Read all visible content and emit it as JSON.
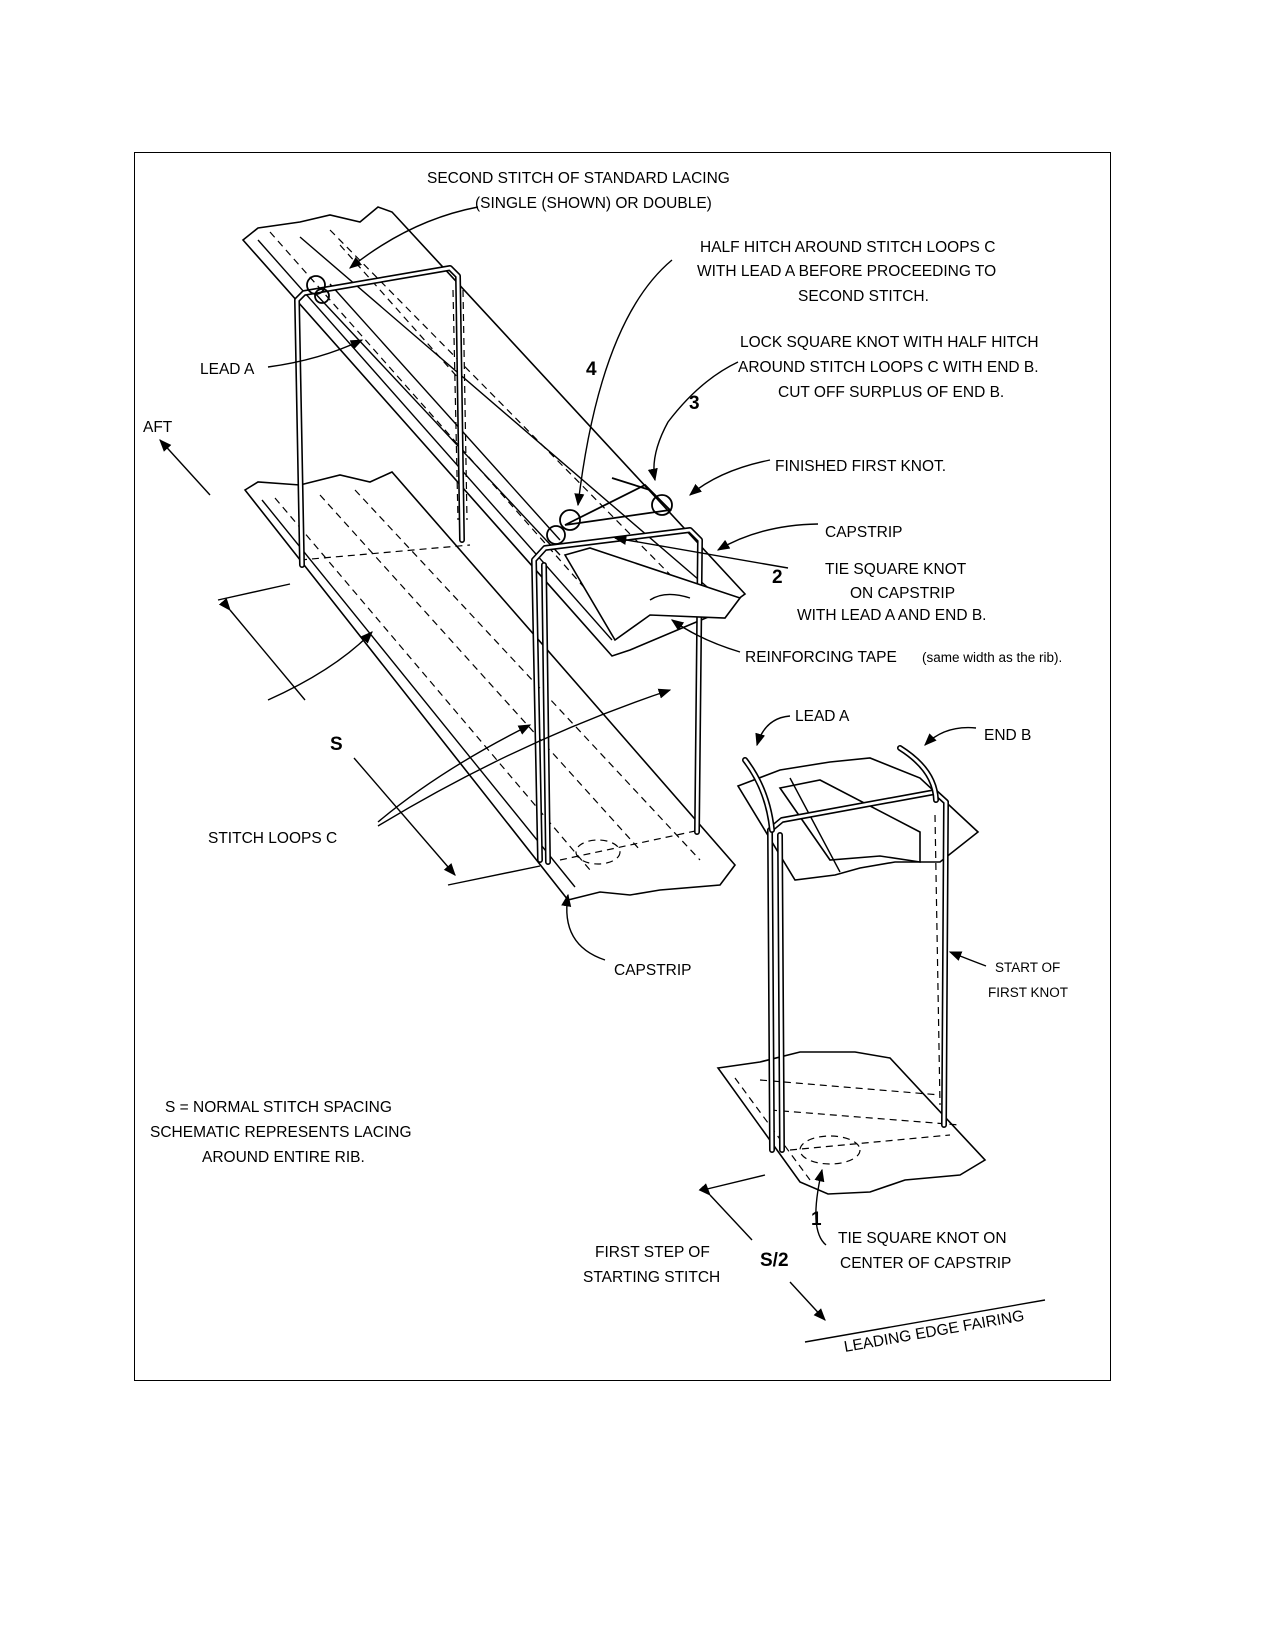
{
  "labels": {
    "second_stitch_1": "SECOND STITCH OF STANDARD LACING",
    "second_stitch_2": "(SINGLE (SHOWN) OR DOUBLE)",
    "half_hitch_1": "HALF HITCH AROUND STITCH LOOPS C",
    "half_hitch_2": "WITH LEAD A BEFORE PROCEEDING TO",
    "half_hitch_3": "SECOND STITCH.",
    "lock_knot_1": "LOCK SQUARE KNOT WITH HALF HITCH",
    "lock_knot_2": "AROUND STITCH LOOPS C WITH END B.",
    "lock_knot_3": "CUT OFF SURPLUS OF END B.",
    "lead_a_upper": "LEAD A",
    "aft": "AFT",
    "finished_first_knot": "FINISHED FIRST KNOT.",
    "capstrip_upper": "CAPSTRIP",
    "tie_square_1": "TIE SQUARE KNOT",
    "tie_square_2": "ON CAPSTRIP",
    "tie_square_3": "WITH LEAD A AND END B.",
    "reinforcing_tape": "REINFORCING TAPE",
    "reinforcing_tape_note": "(same width as the rib).",
    "lead_a_lower": "LEAD A",
    "end_b": "END B",
    "s": "S",
    "stitch_loops_c": "STITCH LOOPS C",
    "capstrip_lower": "CAPSTRIP",
    "start_first_knot_1": "START OF",
    "start_first_knot_2": "FIRST KNOT",
    "legend_1": "S = NORMAL STITCH SPACING",
    "legend_2": "SCHEMATIC REPRESENTS LACING",
    "legend_3": "AROUND ENTIRE RIB.",
    "step_1": "1",
    "step_2": "2",
    "step_3": "3",
    "step_4": "4",
    "tie_center_1": "TIE SQUARE KNOT ON",
    "tie_center_2": "CENTER OF CAPSTRIP",
    "first_step_1": "FIRST STEP OF",
    "first_step_2": "STARTING STITCH",
    "s_half": "S/2",
    "leading_edge": "LEADING EDGE FAIRING"
  }
}
